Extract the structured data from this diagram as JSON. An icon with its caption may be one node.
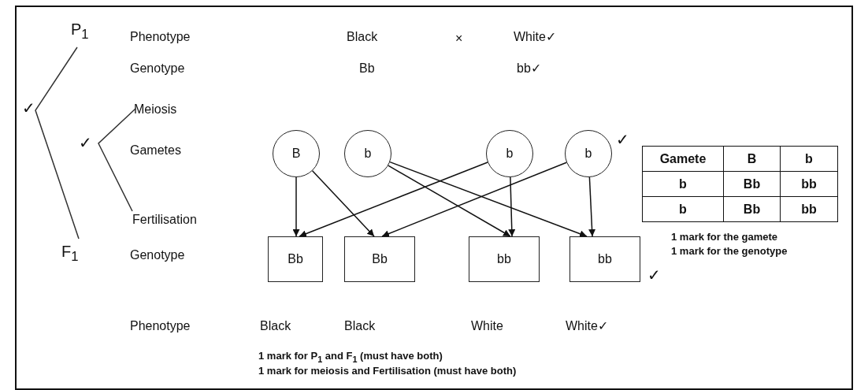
{
  "diagram": {
    "nodes": [
      {
        "text": [
          "B"
        ]
      },
      {
        "text": [
          "b"
        ]
      },
      {
        "text": [
          "b"
        ]
      },
      {
        "text": [
          "b"
        ]
      },
      {
        "text": [
          "Bb"
        ]
      },
      {
        "text": [
          "Bb"
        ]
      },
      {
        "text": [
          "bb"
        ]
      },
      {
        "text": [
          "bb"
        ]
      }
    ],
    "edges": [
      {
        "from": 0,
        "to": 4,
        "arrow": "to"
      },
      {
        "from": 0,
        "to": 5,
        "arrow": "to"
      },
      {
        "from": 1,
        "to": 6,
        "arrow": "to"
      },
      {
        "from": 1,
        "to": 7,
        "arrow": "to"
      },
      {
        "from": 2,
        "to": 4,
        "arrow": "to"
      },
      {
        "from": 2,
        "to": 6,
        "arrow": "to"
      },
      {
        "from": 3,
        "to": 5,
        "arrow": "to"
      },
      {
        "from": 3,
        "to": 7,
        "arrow": "to"
      }
    ],
    "labels": [
      "P$_{1}$",
      "Phenotype",
      "Black",
      "×",
      "White✓",
      "Genotype",
      "Bb",
      "bb✓",
      "✓",
      "Meiosis",
      "✓",
      "Gametes",
      "✓",
      "Gamete",
      "B",
      "b",
      "b",
      "Bb",
      "bb",
      "b",
      "Bb",
      "bb",
      "Fertilisation",
      "1 mark for the gamete",
      "1 mark for the genotype",
      "F$_{1}$",
      "Genotype",
      "✓",
      "Phenotype",
      "Black",
      "Black",
      "White",
      "White✓",
      "1 mark for P$_{1}$ and F$_{1}$ (must have both)",
      "1 mark for meiosis and Fertilisation (must have both)"
    ]
  }
}
